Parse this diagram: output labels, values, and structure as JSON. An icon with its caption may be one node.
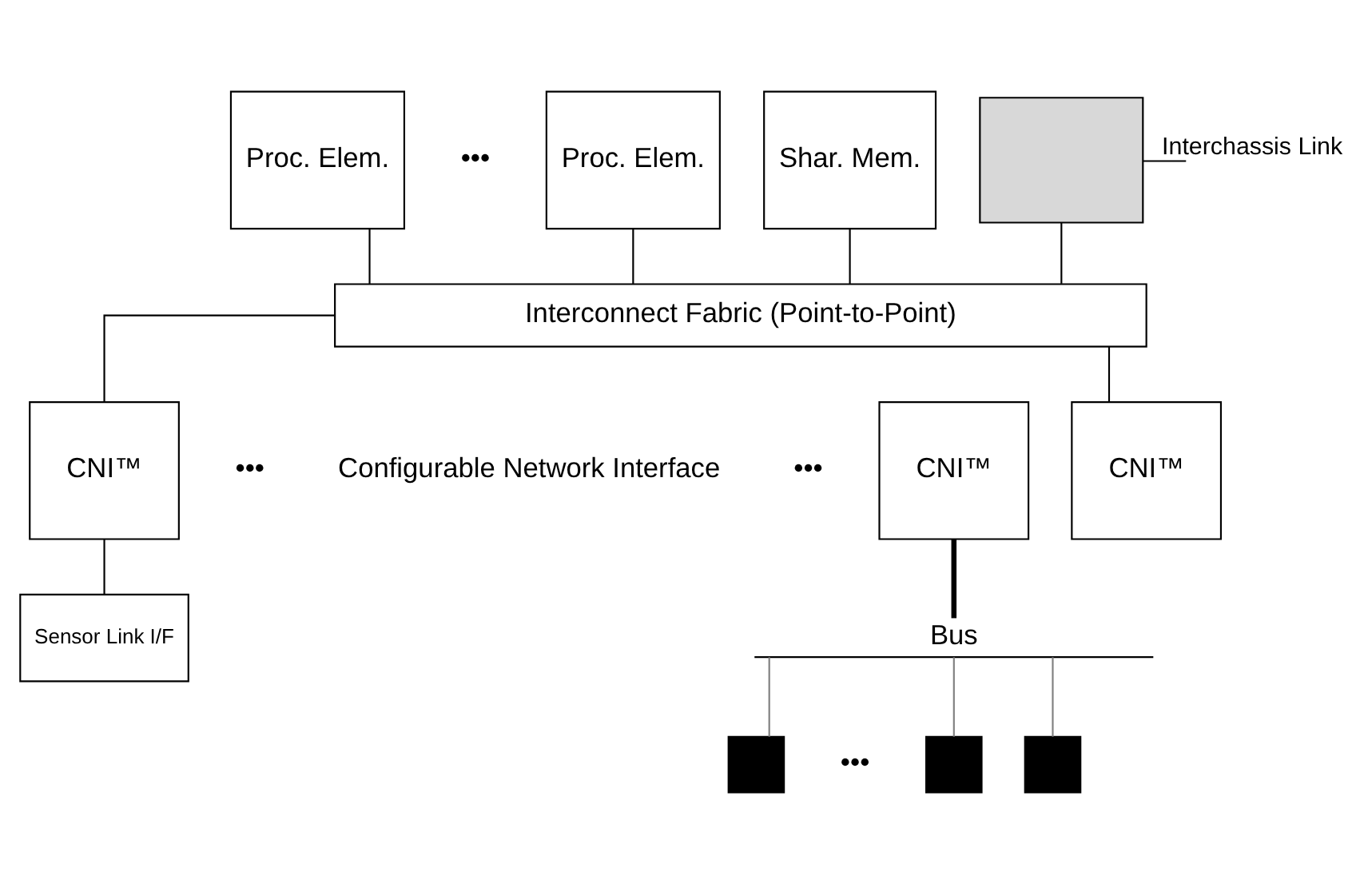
{
  "diagram": {
    "nodes": [
      {
        "text": [
          "Proc. Elem."
        ]
      },
      {
        "text": [
          "Proc. Elem."
        ]
      },
      {
        "text": [
          "Shar. Mem."
        ]
      },
      {
        "text": [],
        "shape": "box"
      },
      {
        "text": [
          "Interconnect Fabric (Point-to-Point)"
        ]
      },
      {
        "text": [
          "CNI™"
        ]
      },
      {
        "text": [
          "CNI™"
        ]
      },
      {
        "text": [
          "CNI™"
        ]
      },
      {
        "text": [
          "Sensor Link I/F"
        ]
      },
      {
        "text": [
          "Bus"
        ]
      },
      {
        "text": [],
        "shape": "box"
      },
      {
        "text": [],
        "shape": "box"
      },
      {
        "text": [],
        "shape": "box"
      }
    ],
    "edges": [
      {
        "from": 0,
        "to": 4,
        "arrow": "none"
      },
      {
        "from": 1,
        "to": 4,
        "arrow": "none"
      },
      {
        "from": 2,
        "to": 4,
        "arrow": "none"
      },
      {
        "from": 3,
        "to": 4,
        "arrow": "none"
      },
      {
        "from": 3,
        "to": null,
        "arrow": "none",
        "label": "Interchassis Link"
      },
      {
        "from": 4,
        "to": 5,
        "arrow": "none"
      },
      {
        "from": 4,
        "to": 7,
        "arrow": "none"
      },
      {
        "from": 5,
        "to": 8,
        "arrow": "none"
      },
      {
        "from": 6,
        "to": 9,
        "arrow": "none",
        "style": "thick"
      },
      {
        "from": 9,
        "to": 10,
        "arrow": "none",
        "color": "#808080"
      },
      {
        "from": 9,
        "to": 11,
        "arrow": "none",
        "color": "#808080"
      },
      {
        "from": 9,
        "to": 12,
        "arrow": "none",
        "color": "#808080"
      }
    ],
    "labels": [
      "•••",
      "•••",
      "Configurable Network Interface",
      "•••",
      "•••"
    ]
  }
}
